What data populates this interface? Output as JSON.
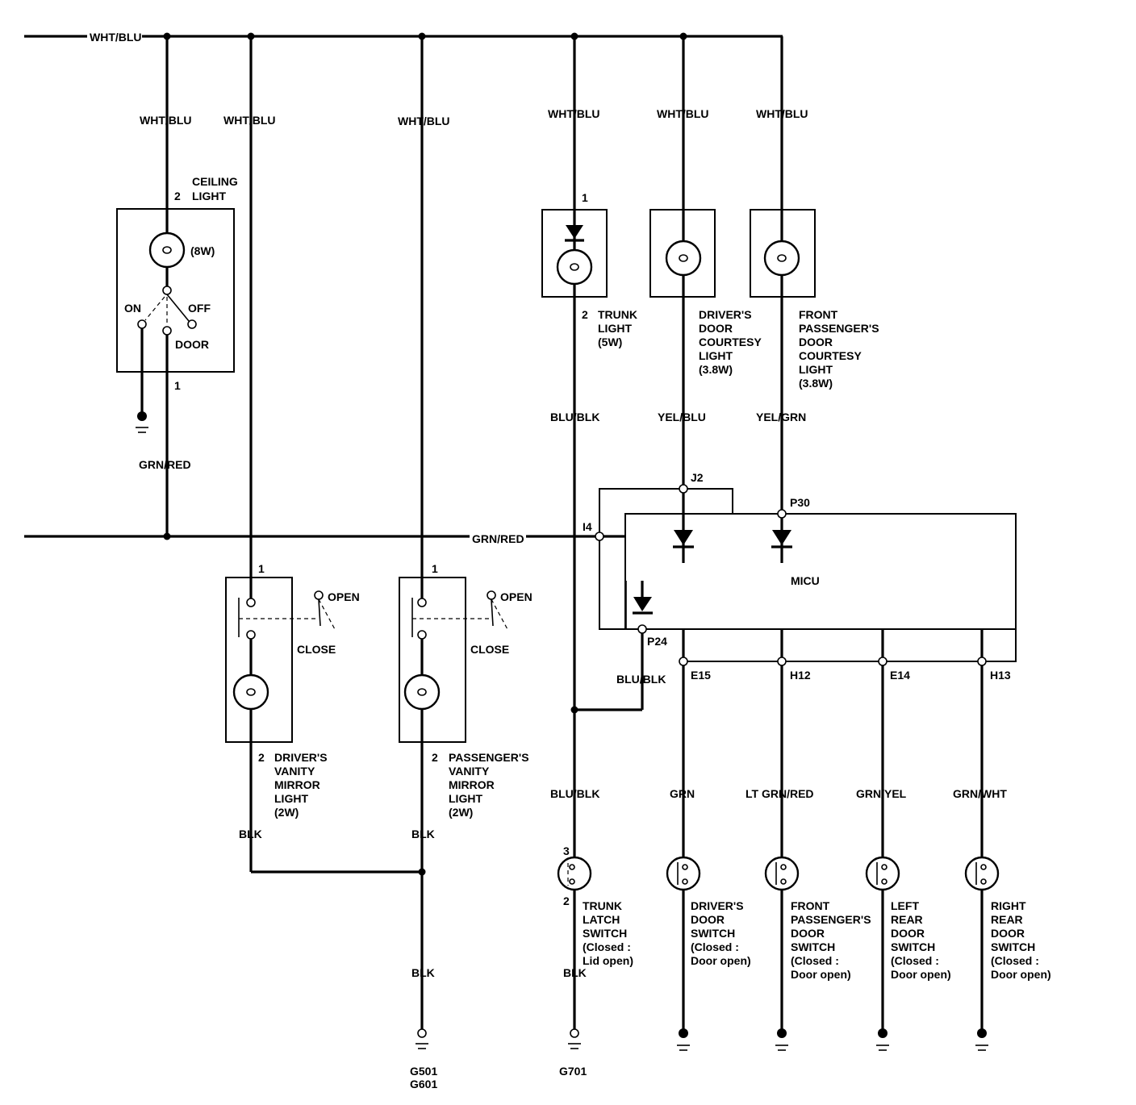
{
  "wire_colors": {
    "main_supply": "WHT/BLU",
    "ceiling_feed": "WHT/BLU",
    "driver_vanity_feed": "WHT/BLU",
    "passenger_vanity_feed": "WHT/BLU",
    "trunk_feed": "WHT/BLU",
    "driver_courtesy_feed": "WHT/BLU",
    "passenger_courtesy_feed": "WHT/BLU",
    "ceiling_door": "GRN/RED",
    "door_bus": "GRN/RED",
    "trunk_out": "BLU/BLK",
    "driver_courtesy_out": "YEL/BLU",
    "passenger_courtesy_out": "YEL/GRN",
    "micu_p24": "BLU/BLK",
    "trunk_switch_feed": "BLU/BLK",
    "driver_switch": "GRN",
    "front_passenger_switch": "LT GRN/RED",
    "left_rear_switch": "GRN/YEL",
    "right_rear_switch": "GRN/WHT",
    "driver_vanity_ground": "BLK",
    "passenger_vanity_ground": "BLK",
    "vanity_ground": "BLK",
    "trunk_ground": "BLK"
  },
  "components": {
    "ceiling_light": {
      "name_line1": "CEILING",
      "name_line2": "LIGHT",
      "rating": "(8W)",
      "pin_top": "2",
      "pin_bottom": "1",
      "pos_on": "ON",
      "pos_off": "OFF",
      "pos_door": "DOOR"
    },
    "trunk_light": {
      "pin_top": "1",
      "pin_bottom": "2",
      "line1": "TRUNK",
      "line2": "LIGHT",
      "line3": "(5W)"
    },
    "driver_courtesy": {
      "line1": "DRIVER'S",
      "line2": "DOOR",
      "line3": "COURTESY",
      "line4": "LIGHT",
      "line5": "(3.8W)"
    },
    "passenger_courtesy": {
      "line1": "FRONT",
      "line2": "PASSENGER'S",
      "line3": "DOOR",
      "line4": "COURTESY",
      "line5": "LIGHT",
      "line6": "(3.8W)"
    },
    "driver_vanity": {
      "pin_top": "1",
      "pin_bottom": "2",
      "open": "OPEN",
      "close": "CLOSE",
      "line1": "DRIVER'S",
      "line2": "VANITY",
      "line3": "MIRROR",
      "line4": "LIGHT",
      "line5": "(2W)"
    },
    "passenger_vanity": {
      "pin_top": "1",
      "pin_bottom": "2",
      "open": "OPEN",
      "close": "CLOSE",
      "line1": "PASSENGER'S",
      "line2": "VANITY",
      "line3": "MIRROR",
      "line4": "LIGHT",
      "line5": "(2W)"
    },
    "micu": {
      "name": "MICU",
      "j2": "J2",
      "p30": "P30",
      "i4": "I4",
      "p24": "P24",
      "e15": "E15",
      "h12": "H12",
      "e14": "E14",
      "h13": "H13"
    },
    "trunk_latch_switch": {
      "pin_top": "3",
      "pin_bottom": "2",
      "line1": "TRUNK",
      "line2": "LATCH",
      "line3": "SWITCH",
      "line4": "(Closed :",
      "line5": "Lid open)"
    },
    "driver_door_switch": {
      "line1": "DRIVER'S",
      "line2": "DOOR",
      "line3": "SWITCH",
      "line4": "(Closed :",
      "line5": "Door open)"
    },
    "front_passenger_door_switch": {
      "line1": "FRONT",
      "line2": "PASSENGER'S",
      "line3": "DOOR",
      "line4": "SWITCH",
      "line5": "(Closed :",
      "line6": "Door open)"
    },
    "left_rear_door_switch": {
      "line1": "LEFT",
      "line2": "REAR",
      "line3": "DOOR",
      "line4": "SWITCH",
      "line5": "(Closed :",
      "line6": "Door open)"
    },
    "right_rear_door_switch": {
      "line1": "RIGHT",
      "line2": "REAR",
      "line3": "DOOR",
      "line4": "SWITCH",
      "line5": "(Closed :",
      "line6": "Door open)"
    }
  },
  "grounds": {
    "vanity_ground_a": "G501",
    "vanity_ground_b": "G601",
    "trunk_ground": "G701"
  }
}
